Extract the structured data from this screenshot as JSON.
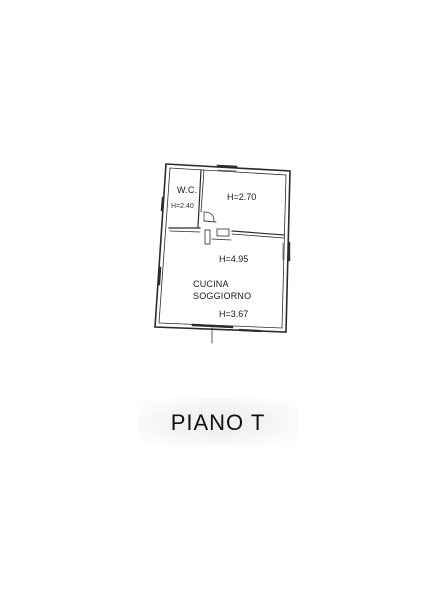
{
  "floor_plan": {
    "title": "PIANO T",
    "rooms": [
      {
        "name": "W.C.",
        "height": "H=2.40"
      },
      {
        "name": "",
        "height": "H=2.70"
      },
      {
        "name": "CUCINA SOGGIORNO",
        "name_line1": "CUCINA",
        "name_line2": "SOGGIORNO",
        "height": "H=4.95",
        "height_secondary": "H=3.67"
      }
    ]
  },
  "colors": {
    "wall": "#2b2b2b",
    "background": "#ffffff"
  }
}
